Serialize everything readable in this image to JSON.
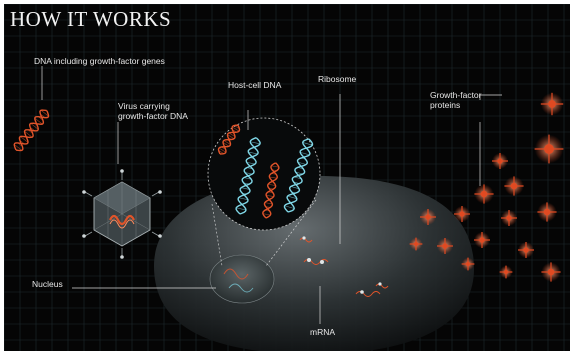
{
  "title": "HOW IT WORKS",
  "labels": {
    "dna_genes": "DNA including growth-factor genes",
    "virus_line1": "Virus carrying",
    "virus_line2": "growth-factor DNA",
    "host_cell_dna": "Host-cell DNA",
    "ribosome": "Ribosome",
    "proteins_line1": "Growth-factor",
    "proteins_line2": "proteins",
    "nucleus": "Nucleus",
    "mrna": "mRNA"
  },
  "colors": {
    "background": "#050505",
    "grid": "#1e2a2e",
    "dna_orange": "#e0542a",
    "dna_cyan": "#7fd6e6",
    "protein_orange": "#e04a22",
    "cell": "#4a5052",
    "label_text": "#e8e8e8"
  },
  "icons": [
    "dna-helix-icon",
    "virus-icon",
    "protein-star-icon"
  ]
}
